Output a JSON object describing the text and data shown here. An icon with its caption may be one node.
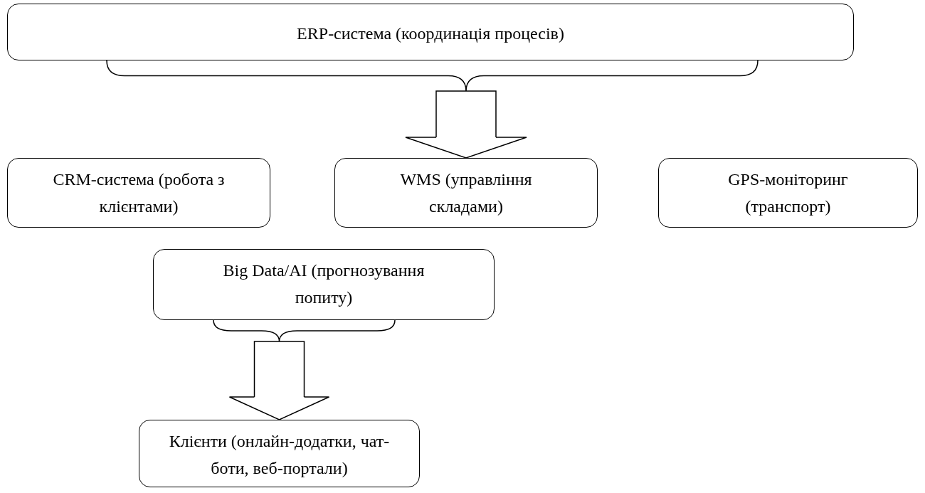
{
  "diagram": {
    "nodes": [
      {
        "text": [
          "ERP-система (координація процесів)"
        ]
      },
      {
        "text": [
          "CRM-система (робота з клієнтами)"
        ]
      },
      {
        "text": [
          "WMS (управління складами)"
        ]
      },
      {
        "text": [
          "GPS-моніторинг (транспорт)"
        ]
      },
      {
        "text": [
          "Big Data/AI (прогнозування попиту)"
        ]
      },
      {
        "text": [
          "Клієнти (онлайн-додатки, чат-боти, веб-портали)"
        ]
      }
    ],
    "edges": [
      {
        "from": 0,
        "to": 2,
        "arrow": "to"
      },
      {
        "from": 4,
        "to": 5,
        "arrow": "to"
      }
    ]
  }
}
